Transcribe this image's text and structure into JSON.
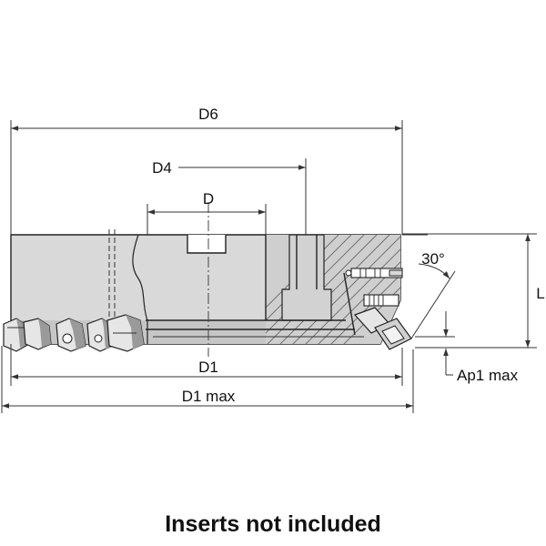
{
  "colors": {
    "body_fill": "#d9d9d9",
    "body_dark": "#bdbdbd",
    "outline": "#222222",
    "dimension_line": "#333333",
    "insert_fill": "#e6e6e6",
    "insert_shadow": "#9a9a9a"
  },
  "dimensions": {
    "d6": "D6",
    "d4": "D4",
    "d": "D",
    "angle": "30°",
    "l": "L",
    "d1": "D1",
    "ap1": "Ap1 max",
    "d1_max": "D1 max"
  },
  "caption": "Inserts not included"
}
